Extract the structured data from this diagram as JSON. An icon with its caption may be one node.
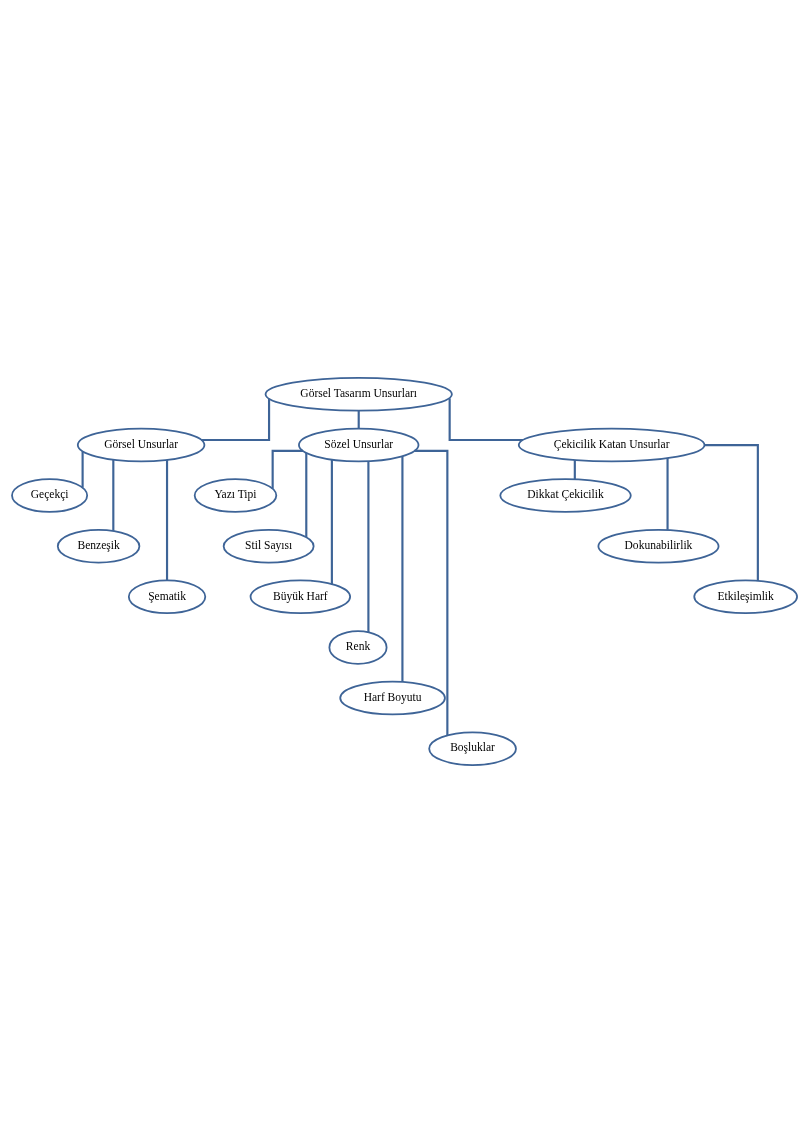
{
  "diagram": {
    "nodes": [
      {
        "text": [
          "Görsel Tasarım Unsurları"
        ]
      },
      {
        "text": [
          "Görsel Unsurlar"
        ]
      },
      {
        "text": [
          "Sözel Unsurlar"
        ]
      },
      {
        "text": [
          "Çekicilik Katan Unsurlar"
        ]
      },
      {
        "text": [
          "Geçekçi"
        ]
      },
      {
        "text": [
          "Benzeşik"
        ]
      },
      {
        "text": [
          "Şematik"
        ]
      },
      {
        "text": [
          "Yazı Tipi"
        ]
      },
      {
        "text": [
          "Stil Sayısı"
        ]
      },
      {
        "text": [
          "Büyük Harf"
        ]
      },
      {
        "text": [
          "Renk"
        ]
      },
      {
        "text": [
          "Harf Boyutu"
        ]
      },
      {
        "text": [
          "Boşluklar"
        ]
      },
      {
        "text": [
          "Dikkat Çekicilik"
        ]
      },
      {
        "text": [
          "Dokunabilirlik"
        ]
      },
      {
        "text": [
          "Etkileşimlik"
        ]
      }
    ],
    "edges": [
      {
        "from": 0,
        "to": 1,
        "arrow": "none"
      },
      {
        "from": 0,
        "to": 2,
        "arrow": "none"
      },
      {
        "from": 0,
        "to": 3,
        "arrow": "none"
      },
      {
        "from": 1,
        "to": 4,
        "arrow": "none"
      },
      {
        "from": 1,
        "to": 5,
        "arrow": "none"
      },
      {
        "from": 1,
        "to": 6,
        "arrow": "none"
      },
      {
        "from": 2,
        "to": 7,
        "arrow": "none"
      },
      {
        "from": 2,
        "to": 8,
        "arrow": "none"
      },
      {
        "from": 2,
        "to": 9,
        "arrow": "none"
      },
      {
        "from": 2,
        "to": 10,
        "arrow": "none"
      },
      {
        "from": 2,
        "to": 11,
        "arrow": "none"
      },
      {
        "from": 2,
        "to": 12,
        "arrow": "none"
      },
      {
        "from": 3,
        "to": 13,
        "arrow": "none"
      },
      {
        "from": 3,
        "to": 14,
        "arrow": "none"
      },
      {
        "from": 3,
        "to": 15,
        "arrow": "none"
      }
    ]
  }
}
